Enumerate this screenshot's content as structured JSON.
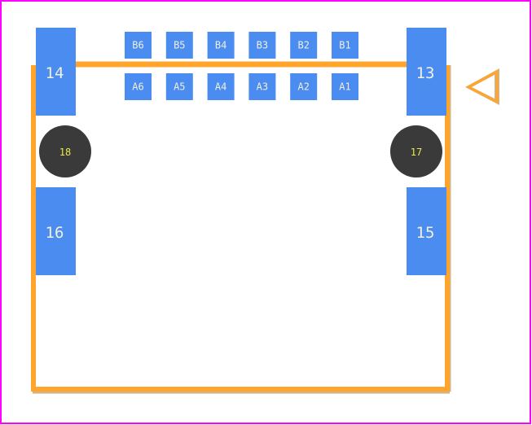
{
  "colors": {
    "board_border": "#ff00ff",
    "outline": "#ffa52b",
    "outline_shadow": "#d2b48c",
    "pad_fill": "#4a8cf0",
    "pad_text": "#f0f0e0",
    "hole_fill": "#3a3a3a",
    "hole_text": "#e8e848",
    "triangle_fill": "#ffa52b",
    "triangle_inner": "#d2b48c"
  },
  "pads": {
    "row_b": [
      "B6",
      "B5",
      "B4",
      "B3",
      "B2",
      "B1"
    ],
    "row_a": [
      "A6",
      "A5",
      "A4",
      "A3",
      "A2",
      "A1"
    ],
    "large": {
      "p14": "14",
      "p13": "13",
      "p16": "16",
      "p15": "15"
    }
  },
  "holes": {
    "h18": "18",
    "h17": "17"
  },
  "marker": {
    "icon": "pin1-triangle-icon"
  }
}
